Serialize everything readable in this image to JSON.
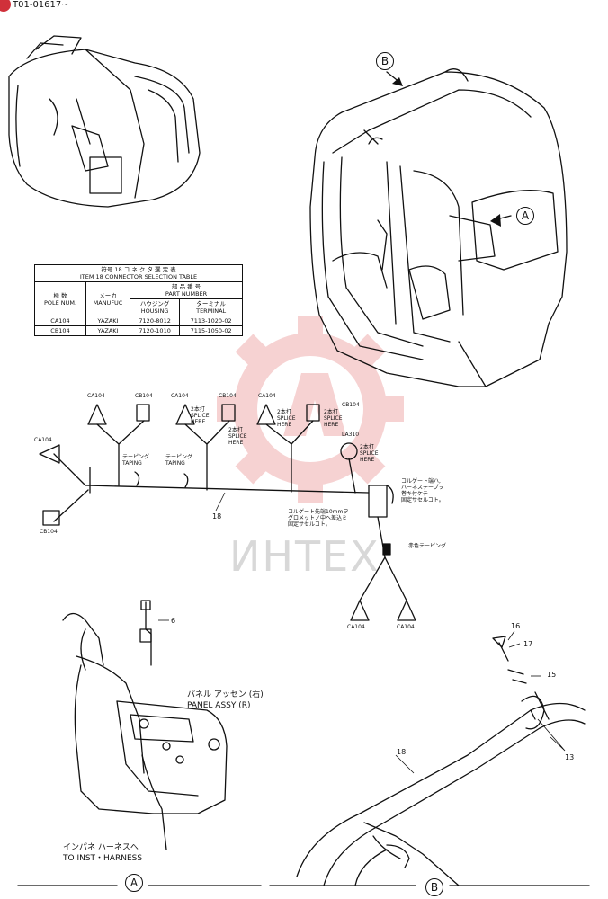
{
  "doc_code": "T01-01617~",
  "callouts": {
    "a": "A",
    "b": "B"
  },
  "table": {
    "title_jp": "符号 18 コ ネ ク タ 選 定 表",
    "title_en": "ITEM 18 CONNECTOR SELECTION TABLE",
    "col_pole_jp": "極 数",
    "col_pole_en": "POLE NUM.",
    "col_maker_jp": "メーカ",
    "col_maker_en": "MANUFUC",
    "col_part_jp": "部 品 番 号",
    "col_part_en": "PART NUMBER",
    "col_housing_jp": "ハウジング",
    "col_housing_en": "HOUSING",
    "col_terminal_jp": "ターミナル",
    "col_terminal_en": "TERMINAL",
    "rows": [
      {
        "pole": "CA104",
        "maker": "YAZAKI",
        "housing": "7120-8012",
        "terminal": "7113-1020-02"
      },
      {
        "pole": "CB104",
        "maker": "YAZAKI",
        "housing": "7120-1010",
        "terminal": "7115-1050-02"
      }
    ]
  },
  "harness": {
    "conn_ca104": "CA104",
    "conn_cb104": "CB104",
    "conn_la310": "LA310",
    "splice_jp": "2本打",
    "splice_en1": "SPLICE",
    "splice_en2": "HERE",
    "taping_jp": "テーピング",
    "taping_en": "TAPING",
    "item_18": "18",
    "note1_l1": "コルゲート端ハ,",
    "note1_l2": "ハーネステープヲ",
    "note1_l3": "巻キ付ケテ",
    "note1_l4": "固定サセルコト。",
    "note2_l1": "コルゲート先端10mmヲ",
    "note2_l2": "グロメットノ中へ差込ミ",
    "note2_l3": "固定サセルコト。",
    "red_taping": "赤色テーピング"
  },
  "view_a": {
    "item_6": "6",
    "panel_jp": "パネル アッセン (右)",
    "panel_en": "PANEL ASSY (R)",
    "inst_jp": "インパネ ハーネスへ",
    "inst_en": "TO INST・HARNESS"
  },
  "view_b": {
    "item_16": "16",
    "item_17": "17",
    "item_15": "15",
    "item_18": "18",
    "item_13": "13"
  },
  "watermark": "ИНТЕХ",
  "colors": {
    "line": "#111111",
    "watermark_red": "#e06060",
    "badge": "#d0303a"
  }
}
